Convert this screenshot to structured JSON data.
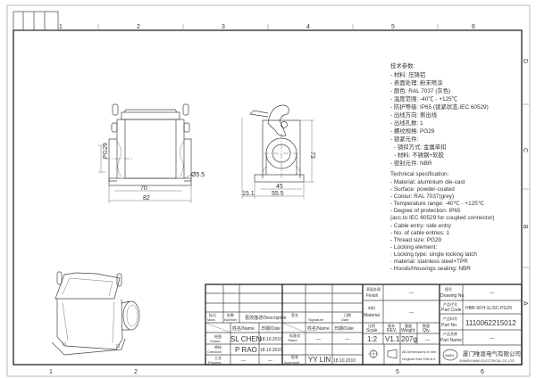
{
  "border": {
    "columns": [
      "1",
      "2",
      "3",
      "4",
      "5",
      "6"
    ],
    "rows": [
      "D",
      "C",
      "B",
      "A"
    ]
  },
  "dimensions": {
    "front_width_inner": "70",
    "front_width_outer": "82",
    "thread": "PG29",
    "hole_diameter": "Ø5.5",
    "side_height": "73",
    "side_inner": "45",
    "side_outer": "55.5",
    "side_offset": "15.1"
  },
  "spec_cn": {
    "title": "技术参数:",
    "lines": [
      "- 材料: 压铸铝",
      "- 表面处理: 粉末喷涂",
      "- 颜色: RAL 7037 (灰色)",
      "- 温度范围: -40℃  -  +125℃",
      "- 防护等级: IP65 (锁紧状态,IEC 60529)",
      "- 出线方向: 侧出线",
      "- 出线孔数: 1",
      "- 螺纹规格: PG29",
      "-  锁紧元件:",
      "   - 锁扣方式: 金属单扣",
      "   - 材料: 不锈钢+软胶",
      "- 密封元件: NBR"
    ]
  },
  "spec_en": {
    "title": "Technical specification:",
    "lines": [
      "- Material: aluminium die-cast",
      "- Surface: powder-coated",
      "- Colour: RAL 7037(grey)",
      "- Temperature range: -40℃ - +125℃",
      "- Degree of protection: IP65",
      "  (acc.to IEC 60529 for coupled connector)",
      "- Cable entry: side entry",
      "- No. of cable entries: 1",
      "- Thread size: PG29",
      "- Locking element:",
      "     · Locking type: single locking latch",
      "     · material: stainless steel+TPR",
      "- Hoods/Housings sealing: NBR"
    ]
  },
  "title_block": {
    "mark_cn": "标记",
    "mark": "Mark",
    "number_cn": "处数",
    "number": "Number",
    "description": "更改描述/Description",
    "signature_cn": "签名",
    "signature": "Signature",
    "date_cn": "日期",
    "date": "Date",
    "name_hdr": "姓名/Name",
    "date_hdr": "日期/Date",
    "name_hdr2": "姓名/Name",
    "date_hdr2": "日期/Date",
    "drawn_cn": "绘图",
    "drawn": "Drawn",
    "drawn_name": "SL CHEN",
    "drawn_date": "18.10.2010",
    "checked_cn": "审核",
    "checked": "Checked",
    "checked_name": "P RAO",
    "checked_date": "18.10.2010",
    "process_cn": "工艺",
    "process": "Process",
    "process_name": "—",
    "process_date": "—",
    "stand_cn": "标准化",
    "stand": "Stand",
    "stand_name": "—",
    "stand_date": "—",
    "approved_cn": "批准",
    "approved": "Approved",
    "approved_name": "YY LIN",
    "approved_date": "18.10.2010",
    "finish_cn": "表面处理",
    "finish": "Finish",
    "finish_value": "—",
    "material_cn": "材料",
    "material": "Material",
    "material_value": "—",
    "scale_cn": "比例",
    "scale": "Scale",
    "scale_value": "1:2",
    "rev_cn": "版本",
    "rev": "REV.",
    "rev_value": "V1.1",
    "weight_cn": "重量",
    "weight": "Weight",
    "weight_value": "207g",
    "qty_cn": "数量",
    "qty": "Qty.",
    "qty_value": "—",
    "units_note_1": "All Dimensions in mm",
    "units_note_2": "Original Size DIN A 4",
    "drawing_no_cn": "图号",
    "drawing_no": "Drawing No.",
    "drawing_no_value": "—",
    "part_code_cn": "产品代号",
    "part_code": "Part Code",
    "part_code_value": "HBB-SFH-1L/SC-PG29",
    "part_no_cn": "产品料号",
    "part_no": "Part No.",
    "part_no_value": "1110062215012",
    "part_name_cn": "产品名称",
    "part_name": "Part Name",
    "part_name_value": "—",
    "logo": "WAIN",
    "company_cn": "厦门唯恩电气有限公司",
    "company_en": "XIAMEN WAIN ELECTRICAL CO.,LTD"
  }
}
